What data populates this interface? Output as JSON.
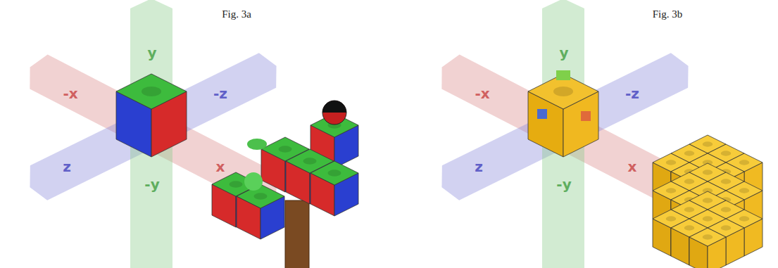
{
  "diagram": {
    "labels": [
      "Fig. 3a",
      "y",
      "-x",
      "-z",
      "z",
      "x",
      "-y",
      "Fig. 3b",
      "y",
      "-x",
      "-z",
      "z",
      "x",
      "-y"
    ]
  }
}
